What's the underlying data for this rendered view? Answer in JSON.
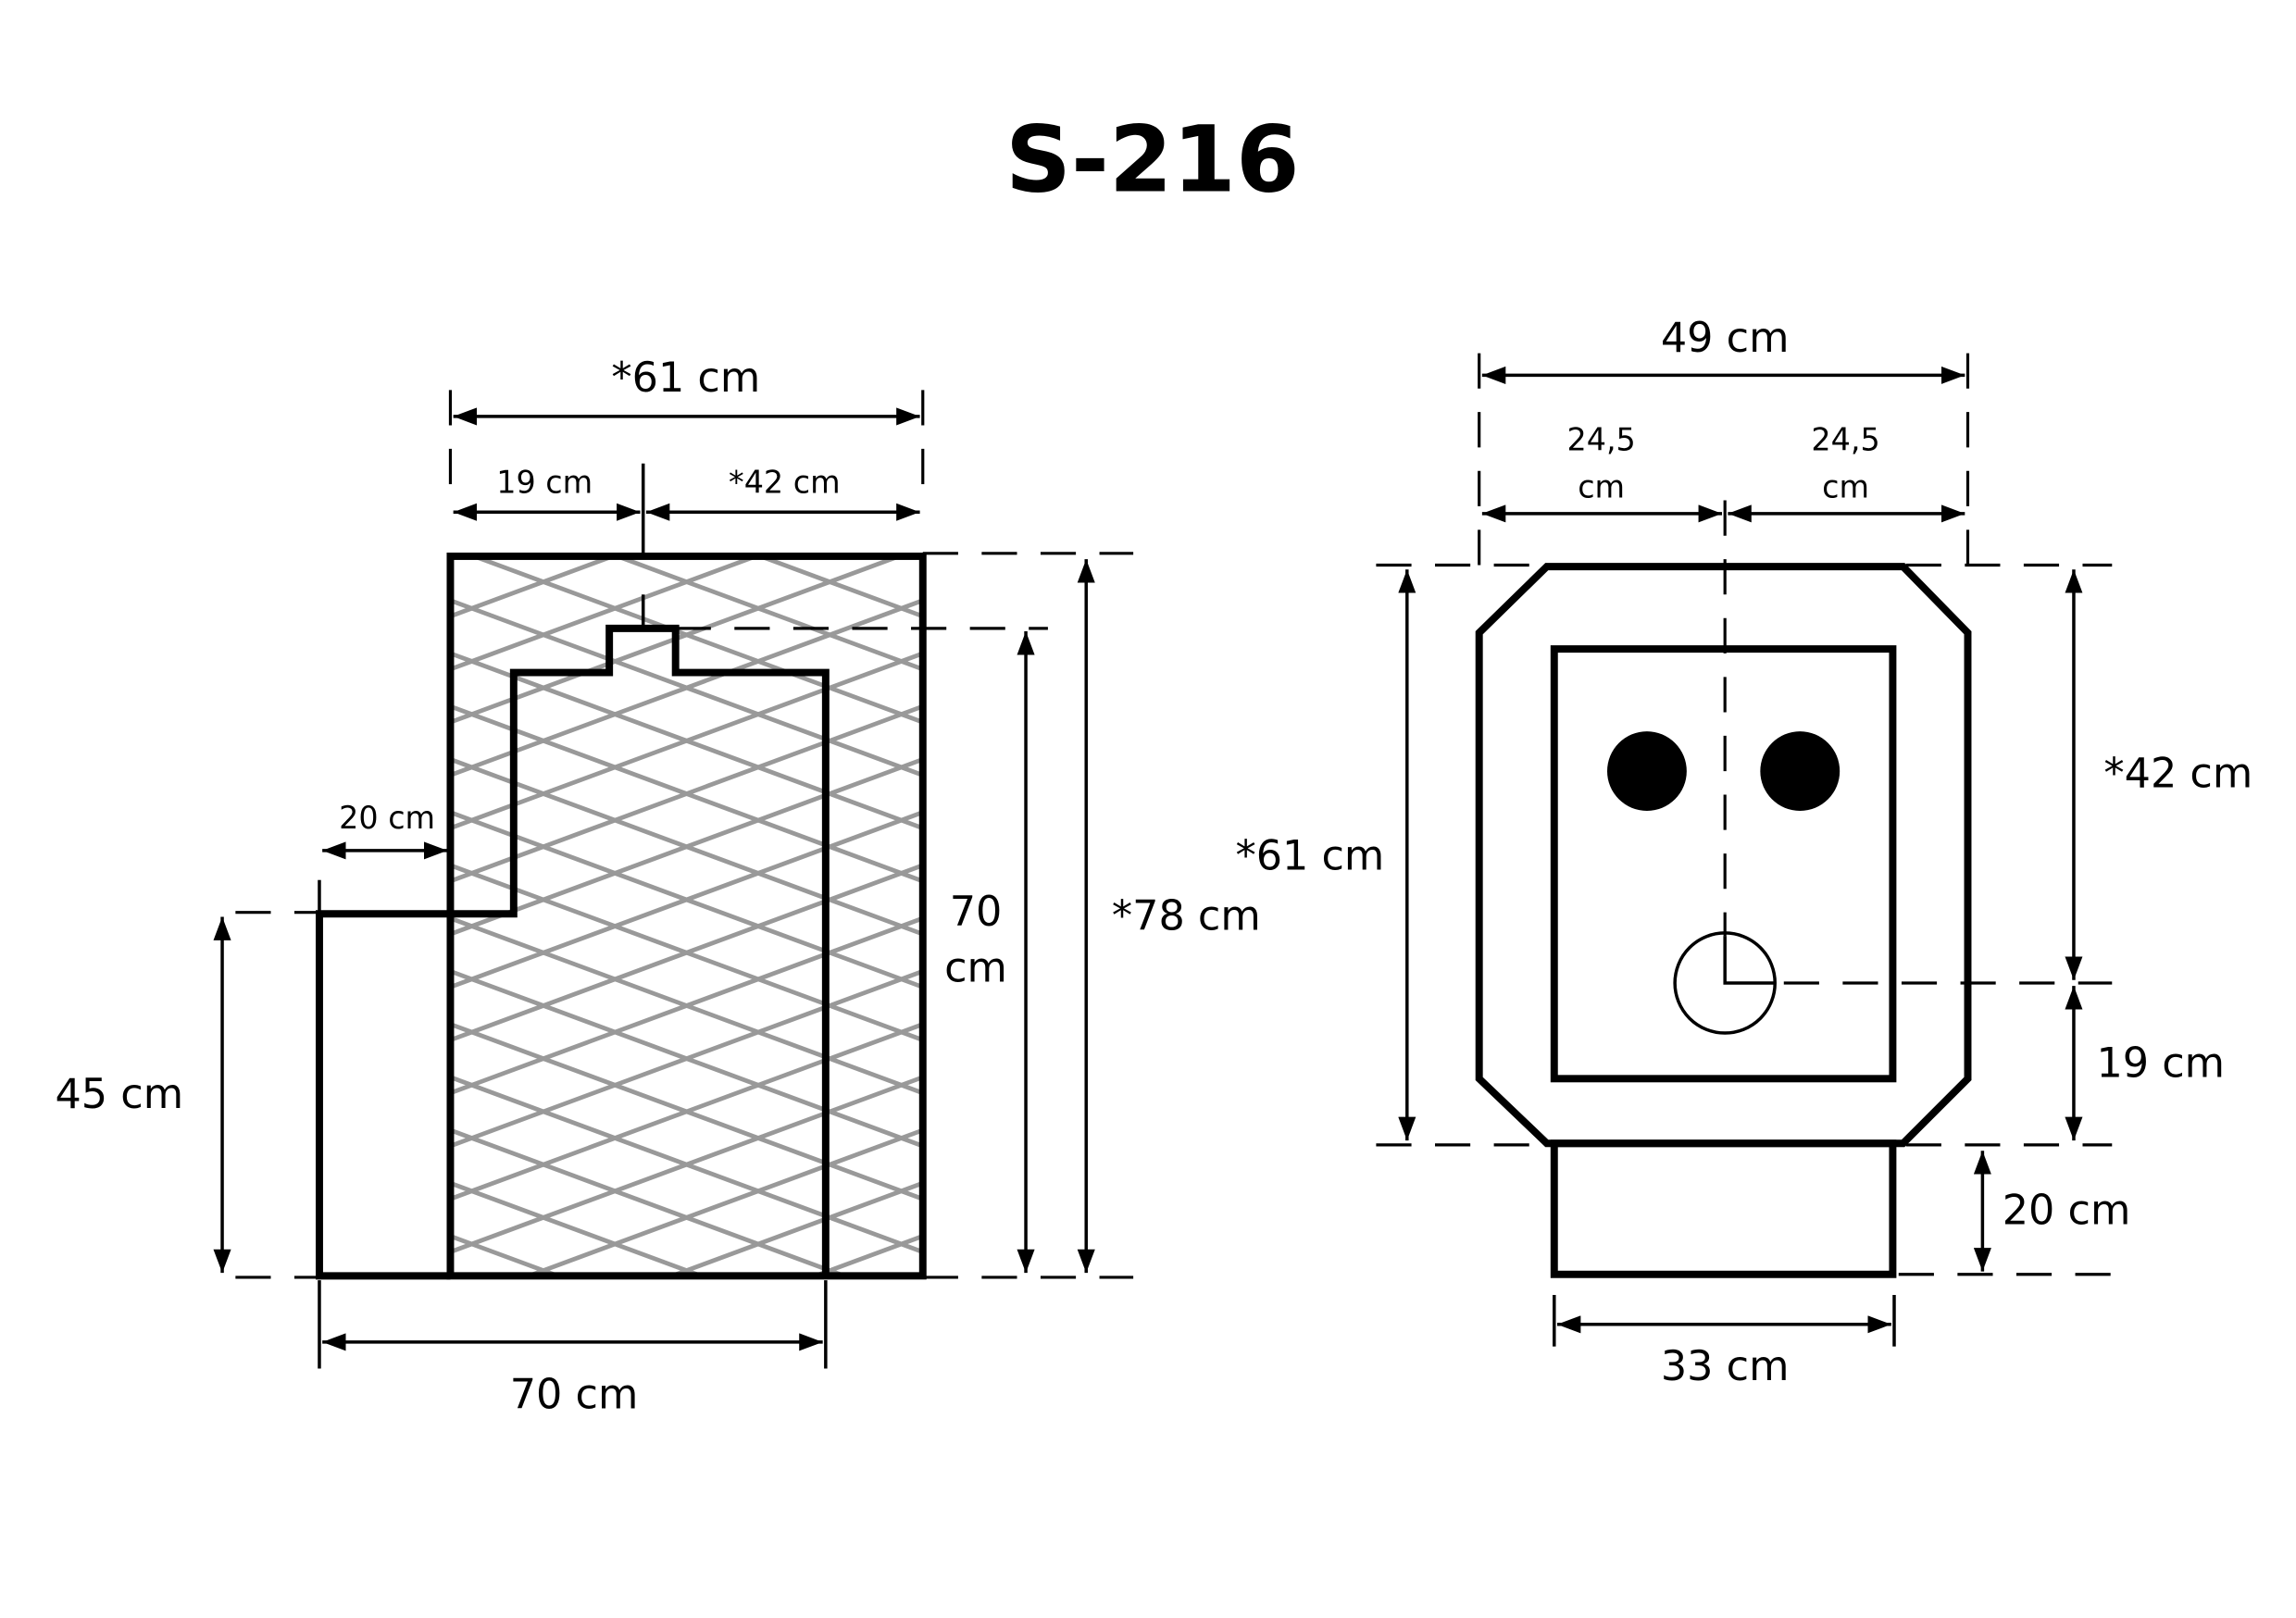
{
  "title": "S-216",
  "side_view": {
    "total_depth": "*61 cm",
    "front_depth": "19 cm",
    "rear_depth": "*42 cm",
    "step_width": "20 cm",
    "step_height": "45 cm",
    "body_height": "70",
    "body_height_unit": "cm",
    "total_height": "*78 cm",
    "base_width": "70 cm"
  },
  "front_view": {
    "total_width": "49 cm",
    "half_left": "24,5",
    "half_left_unit": "cm",
    "half_right": "24,5",
    "half_right_unit": "cm",
    "body_height": "*61 cm",
    "upper_height": "*42 cm",
    "lower_height": "19 cm",
    "base_height": "20 cm",
    "base_width": "33 cm"
  }
}
